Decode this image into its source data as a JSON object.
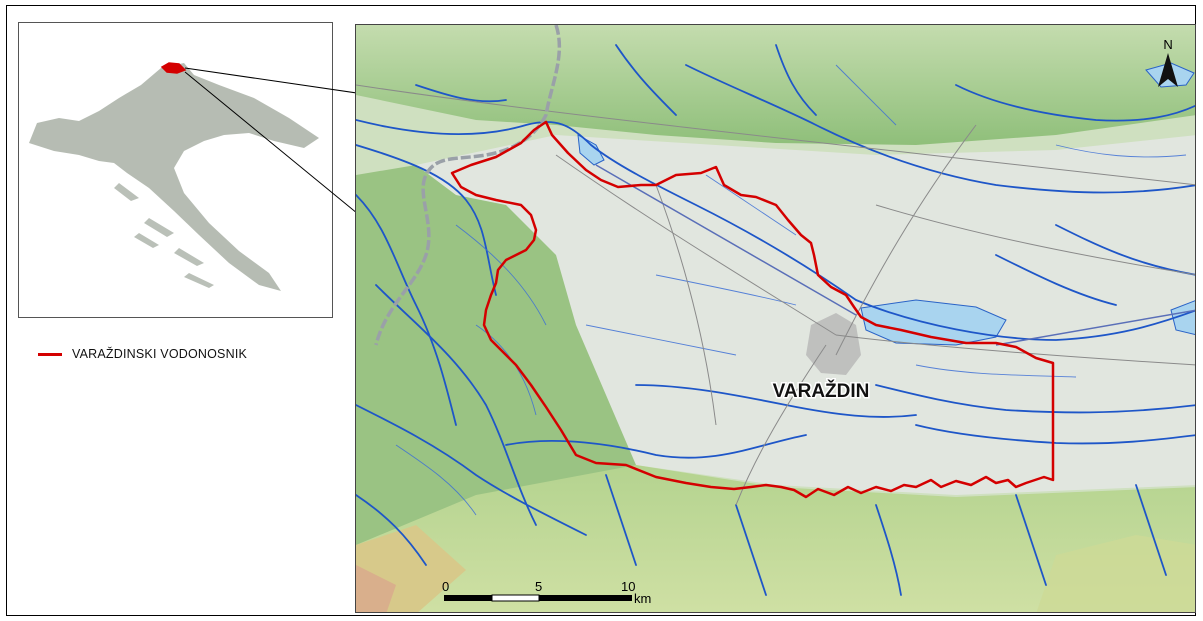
{
  "legend": {
    "label": "VARAŽDINSKI VODONOSNIK",
    "color": "#d40000"
  },
  "map": {
    "city_label": "VARAŽDIN",
    "north_label": "N",
    "scale": {
      "ticks": [
        "0",
        "5",
        "10"
      ],
      "unit": "km"
    }
  },
  "colors": {
    "aquifer_outline": "#d40000",
    "rivers": "#1e56c8",
    "lake": "#a9d4ef",
    "lowland": "#dfe4de",
    "hills": "#9cc58a",
    "highland": "#d7c98a",
    "inset_country": "#a9b0a6"
  },
  "icons": [
    "north-arrow-icon"
  ]
}
